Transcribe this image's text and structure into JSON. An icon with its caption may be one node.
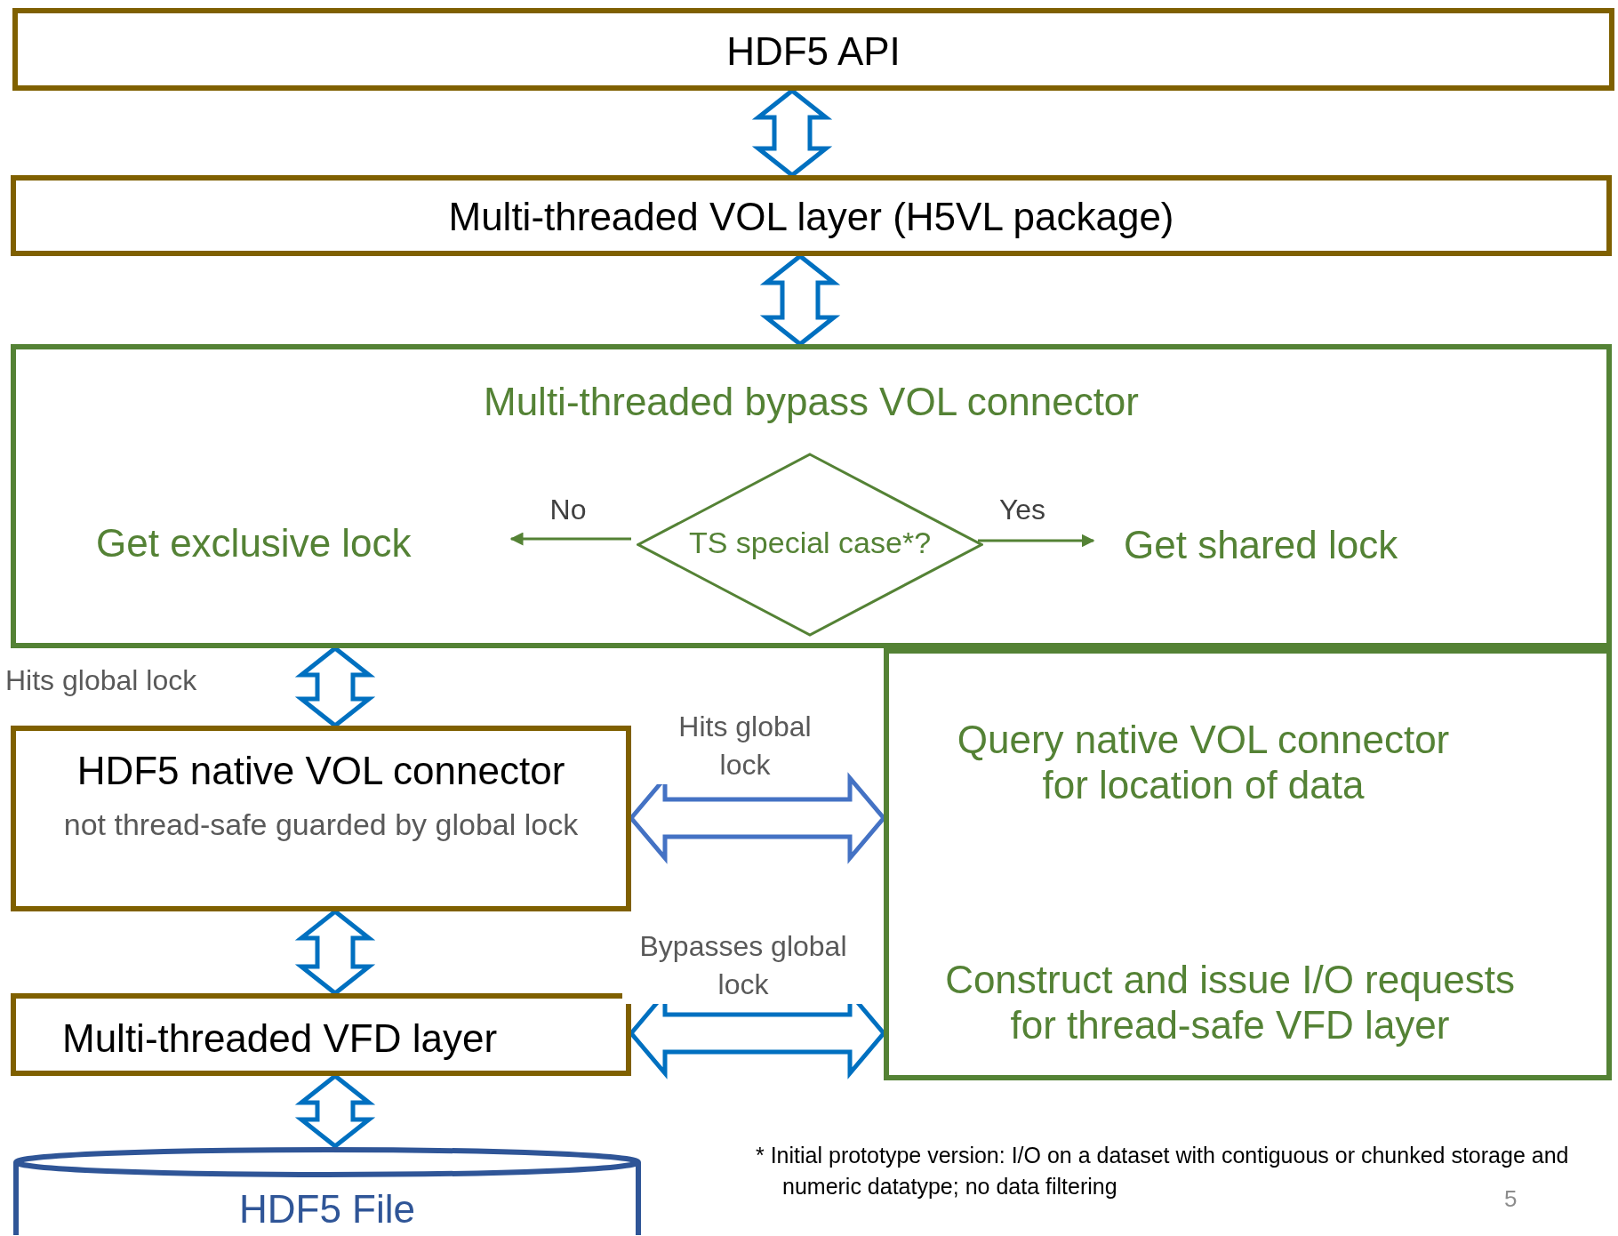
{
  "diagram": {
    "nodes": [
      {
        "text": [
          "HDF5 API"
        ]
      },
      {
        "text": [
          "Multi-threaded VOL layer (H5VL package)"
        ]
      },
      {
        "text": [
          "Multi-threaded bypass VOL connector"
        ]
      },
      {
        "text": [
          "Get exclusive lock"
        ],
        "in": 2
      },
      {
        "text": [
          "TS special case*?"
        ],
        "in": 2
      },
      {
        "text": [
          "Get shared lock"
        ],
        "in": 2
      },
      {
        "text": [
          "HDF5 native VOL connector",
          "not thread-safe guarded by global lock"
        ]
      },
      {
        "text": [
          "Query native VOL connector for location of data",
          "Construct and issue I/O requests for thread-safe VFD layer"
        ]
      },
      {
        "text": [
          "Multi-threaded VFD layer"
        ]
      },
      {
        "text": [
          "HDF5 File"
        ]
      }
    ],
    "edges": [
      {
        "from": 0,
        "to": 1,
        "arrow": "both",
        "style": "thick"
      },
      {
        "from": 1,
        "to": 2,
        "arrow": "both",
        "style": "thick"
      },
      {
        "from": 2,
        "to": 6,
        "arrow": "both",
        "style": "thick",
        "label": "Hits global lock"
      },
      {
        "from": 6,
        "to": 7,
        "arrow": "both",
        "style": "thick",
        "color": "#4472c4",
        "label": "Hits global lock"
      },
      {
        "from": 6,
        "to": 8,
        "arrow": "both",
        "style": "thick"
      },
      {
        "from": 8,
        "to": 7,
        "arrow": "both",
        "style": "thick",
        "label": "Bypasses global lock"
      },
      {
        "from": 8,
        "to": 9,
        "arrow": "both",
        "style": "thick"
      },
      {
        "from": 4,
        "to": 3,
        "arrow": "to",
        "color": "#548235",
        "label": "No"
      },
      {
        "from": 4,
        "to": 5,
        "arrow": "to",
        "color": "#548235",
        "label": "Yes"
      }
    ],
    "labels": [
      "* Initial prototype version: I/O on a dataset with contiguous or chunked storage and numeric datatype; no data filtering",
      "5"
    ]
  }
}
